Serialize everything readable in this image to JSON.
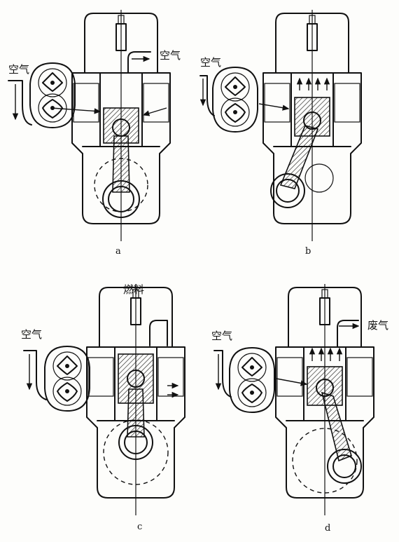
{
  "diagrams": [
    {
      "id": "a",
      "caption": "a",
      "labels": {
        "left": "空气",
        "top": "空气"
      }
    },
    {
      "id": "b",
      "caption": "b",
      "labels": {
        "left": "空气"
      }
    },
    {
      "id": "c",
      "caption": "c",
      "labels": {
        "left": "空气",
        "top": "燃料"
      }
    },
    {
      "id": "d",
      "caption": "d",
      "labels": {
        "left": "空气",
        "top": "废气"
      }
    }
  ]
}
